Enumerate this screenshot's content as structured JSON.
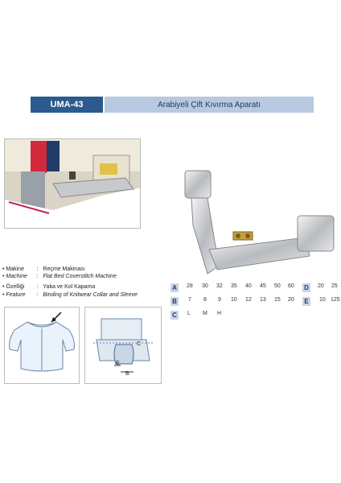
{
  "header": {
    "code": "UMA-43",
    "title": "Arabiyeli Çift Kıvırma Aparatı"
  },
  "specs": [
    {
      "label": "Makine",
      "value": "Reçme Makinası",
      "italic": false
    },
    {
      "label": "Machine",
      "value": "Flat Bed Coverstitch Machine",
      "italic": true
    },
    {
      "label": "Özelliği",
      "value": "Yaka ve Kol Kapama",
      "italic": false
    },
    {
      "label": "Feature",
      "value": "Binding of Knitwear Collar and Sleeve",
      "italic": true
    }
  ],
  "spec_sep": ":",
  "spec_bullet": "•",
  "table": {
    "rows": [
      {
        "label": "A",
        "values": [
          "28",
          "30",
          "32",
          "35",
          "40",
          "45",
          "50",
          "60"
        ]
      },
      {
        "label": "B",
        "values": [
          "7",
          "8",
          "9",
          "10",
          "12",
          "13",
          "15",
          "20"
        ]
      },
      {
        "label": "C",
        "values": [
          "L",
          "M",
          "H"
        ]
      }
    ],
    "side_rows": [
      {
        "label": "D",
        "values": [
          "20",
          "25"
        ]
      },
      {
        "label": "E",
        "values": [
          "10",
          "125"
        ]
      }
    ]
  },
  "diagram_labels": {
    "c": "C",
    "e": "E",
    "b": "B"
  },
  "colors": {
    "header_dark": "#2c5a8e",
    "header_light": "#b8c9e0",
    "label_bg": "#c9d6e8"
  }
}
